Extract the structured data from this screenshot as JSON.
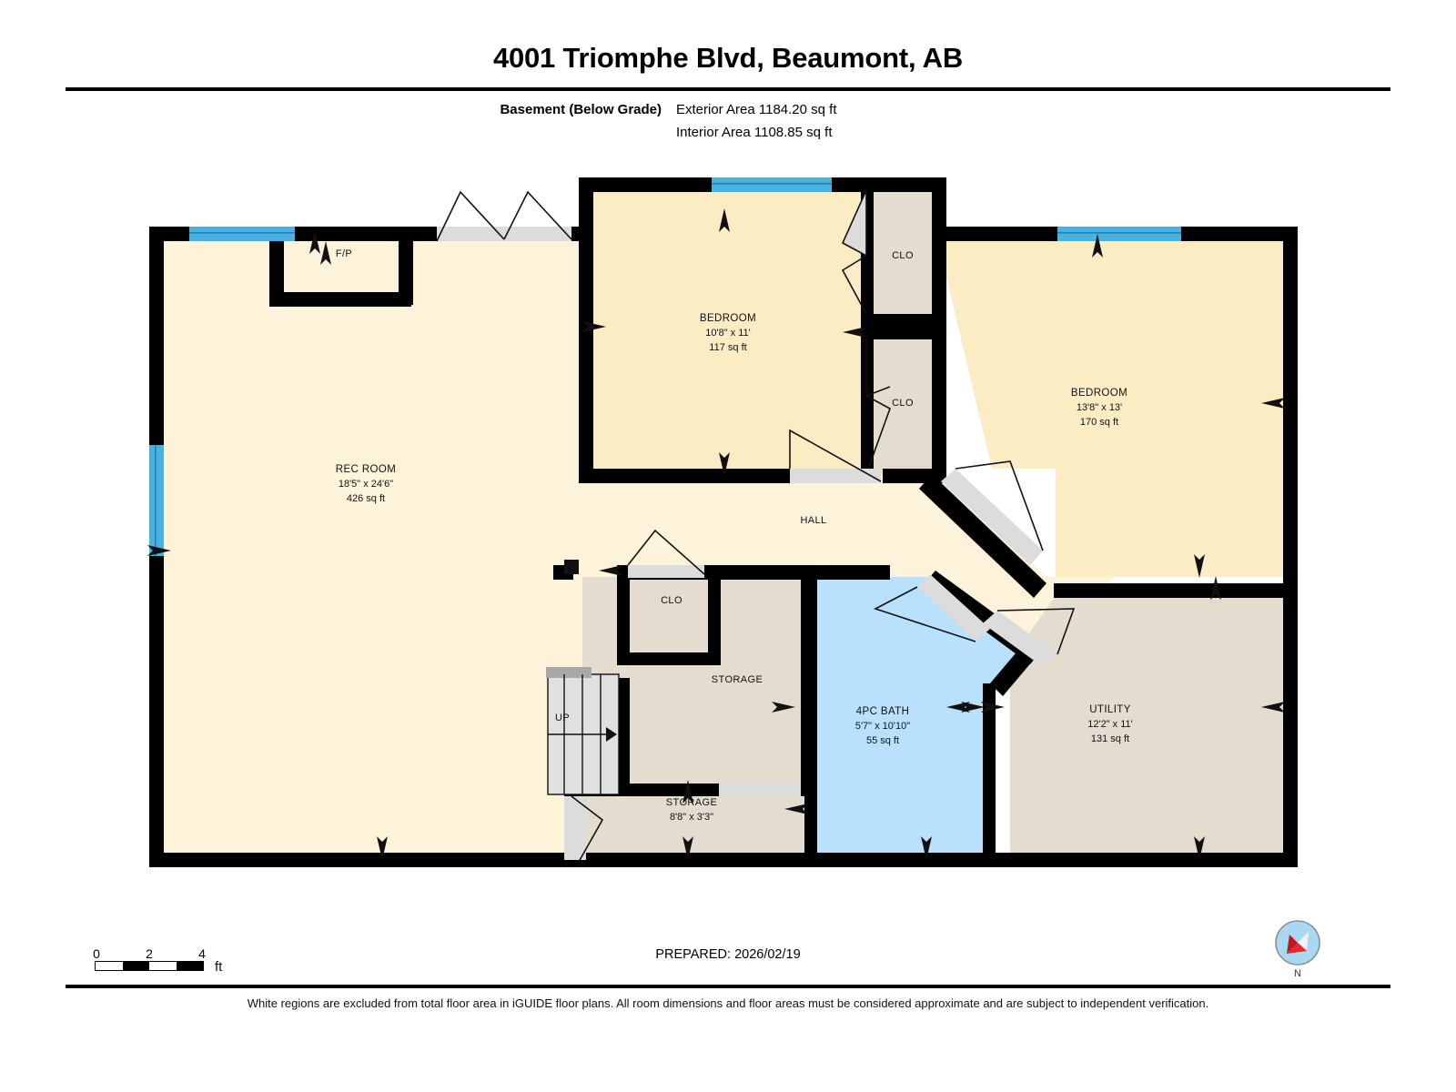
{
  "header": {
    "title": "4001 Triomphe Blvd, Beaumont, AB",
    "level_label": "Basement (Below Grade)",
    "exterior_area": "Exterior Area 1184.20 sq ft",
    "interior_area": "Interior Area 1108.85 sq ft"
  },
  "footer": {
    "scale": {
      "ticks": [
        "0",
        "2",
        "4"
      ],
      "unit": "ft"
    },
    "prepared": "PREPARED: 2026/02/19",
    "compass_label": "N",
    "disclaimer": "White regions are excluded from total floor area in iGUIDE floor plans. All room dimensions and floor areas must be considered approximate and are subject to independent verification."
  },
  "colors": {
    "wall": "#000000",
    "living_fill": "#fdf3da",
    "bedroom_fill": "#fcecc4",
    "service_fill": "#e3dccf",
    "bath_fill": "#b9e1fd",
    "window": "#4ab2e0",
    "door_swing": "#d9d9d9",
    "stair_fill": "#e0e0e0",
    "compass_disc": "#a9d8f2",
    "compass_needle": "#e8272c"
  },
  "rooms": [
    {
      "id": "rec-room",
      "name": "REC ROOM",
      "dims": "18'5\" x 24'6\"",
      "area": "426 sq ft"
    },
    {
      "id": "bedroom-1",
      "name": "BEDROOM",
      "dims": "10'8\" x 11'",
      "area": "117 sq ft"
    },
    {
      "id": "bedroom-2",
      "name": "BEDROOM",
      "dims": "13'8\" x 13'",
      "area": "170 sq ft"
    },
    {
      "id": "utility",
      "name": "UTILITY",
      "dims": "12'2\" x 11'",
      "area": "131 sq ft"
    },
    {
      "id": "bath",
      "name": "4PC BATH",
      "dims": "5'7\" x 10'10\"",
      "area": "55 sq ft"
    },
    {
      "id": "storage-2",
      "name": "STORAGE",
      "dims": "8'8\" x 3'3\"",
      "area": ""
    }
  ],
  "labels": {
    "hall": "HALL",
    "storage_main": "STORAGE",
    "closet": "CLO",
    "fireplace": "F/P",
    "stairs_up": "UP"
  }
}
